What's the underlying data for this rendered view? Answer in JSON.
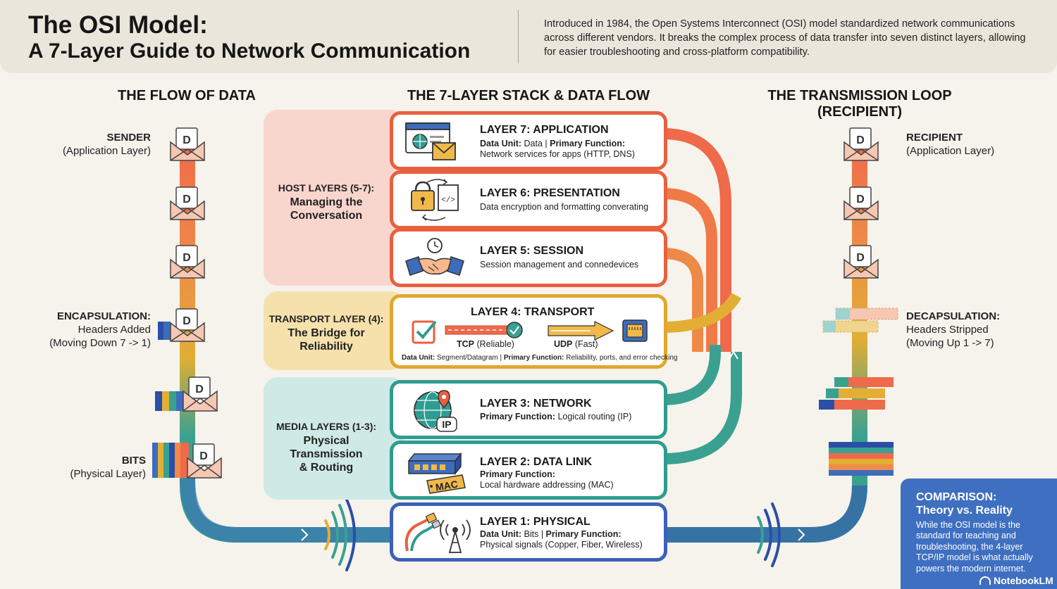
{
  "header": {
    "title_line1": "The OSI Model:",
    "title_line2": "A 7-Layer Guide to Network Communication",
    "intro": "Introduced in 1984, the Open Systems Interconnect (OSI) model standardized network communications across different vendors. It breaks the complex process of data transfer into seven distinct layers, allowing for easier troubleshooting and cross-platform compatibility."
  },
  "columns": {
    "left_title": "THE FLOW OF DATA",
    "middle_title": "THE 7-LAYER STACK & DATA FLOW",
    "right_title_line1": "THE TRANSMISSION LOOP",
    "right_title_line2": "(RECIPIENT)"
  },
  "left_labels": {
    "sender_title": "SENDER",
    "sender_sub": "(Application Layer)",
    "encap_title": "ENCAPSULATION:",
    "encap_sub1": "Headers Added",
    "encap_sub2": "(Moving Down 7 -> 1)",
    "bits_title": "BITS",
    "bits_sub": "(Physical Layer)"
  },
  "right_labels": {
    "recipient_title": "RECIPIENT",
    "recipient_sub": "(Application Layer)",
    "decap_title": "DECAPSULATION:",
    "decap_sub1": "Headers Stripped",
    "decap_sub2": "(Moving Up 1 -> 7)"
  },
  "envelope_letter": "D",
  "groups": {
    "host": {
      "line1": "HOST LAYERS (5-7):",
      "line2": "Managing the",
      "line3": "Conversation",
      "color": "#f9d6cd"
    },
    "transport": {
      "line1": "TRANSPORT LAYER (4):",
      "line2": "The Bridge for",
      "line3": "Reliability",
      "color": "#f6e1ac"
    },
    "media": {
      "line1": "MEDIA LAYERS (1-3):",
      "line2": "Physical",
      "line3": "Transmission",
      "line4": "& Routing",
      "color": "#cfe9e6"
    }
  },
  "layers": {
    "l7": {
      "title": "LAYER 7: APPLICATION",
      "k1": "Data Unit:",
      "v1": " Data | ",
      "k2": "Primary Function:",
      "line2": "Network services for apps (HTTP, DNS)",
      "color": "#e9603f"
    },
    "l6": {
      "title": "LAYER 6: PRESENTATION",
      "line1": "Data encryption and formatting converating",
      "color": "#e9603f"
    },
    "l5": {
      "title": "LAYER 5: SESSION",
      "line1": "Session management and connedevices",
      "color": "#e9603f"
    },
    "l4": {
      "title": "LAYER 4: TRANSPORT",
      "tcp_k": "TCP",
      "tcp_v": " (Reliable)",
      "udp_k": "UDP",
      "udp_v": " (Fast)",
      "k1": "Data Unit:",
      "v1": " Segment/Datagram | ",
      "k2": "Primary Function:",
      "v2": " Reliability, ports, and error checking",
      "color": "#e0a72e"
    },
    "l3": {
      "title": "LAYER 3: NETWORK",
      "k1": "Primary Function:",
      "v1": " Logical routing (IP)",
      "icon_text": "IP",
      "color": "#2f9c91"
    },
    "l2": {
      "title": "LAYER 2: DATA LINK",
      "k1": "Primary Function:",
      "line2": "Local hardware addressing (MAC)",
      "icon_text": "MAC",
      "color": "#2f9c91"
    },
    "l1": {
      "title": "LAYER 1: PHYSICAL",
      "k1": "Data Unit:",
      "v1": " Bits | ",
      "k2": "Primary Function:",
      "line2": "Physical signals (Copper, Fiber, Wireless)",
      "color": "#3d60b8"
    }
  },
  "comparison": {
    "title1": "COMPARISON:",
    "title2": "Theory vs. Reality",
    "body": "While the OSI model is the standard for teaching and troubleshooting, the 4-layer TCP/IP model is what actually powers the modern internet.",
    "color": "#3f6fc0"
  },
  "brand": "NotebookLM",
  "colors": {
    "red": "#e9603f",
    "orange": "#ef8b4a",
    "yellow": "#e0a72e",
    "teal": "#2f9c91",
    "blue": "#3d60b8",
    "envelope": "#f6c7b2"
  }
}
